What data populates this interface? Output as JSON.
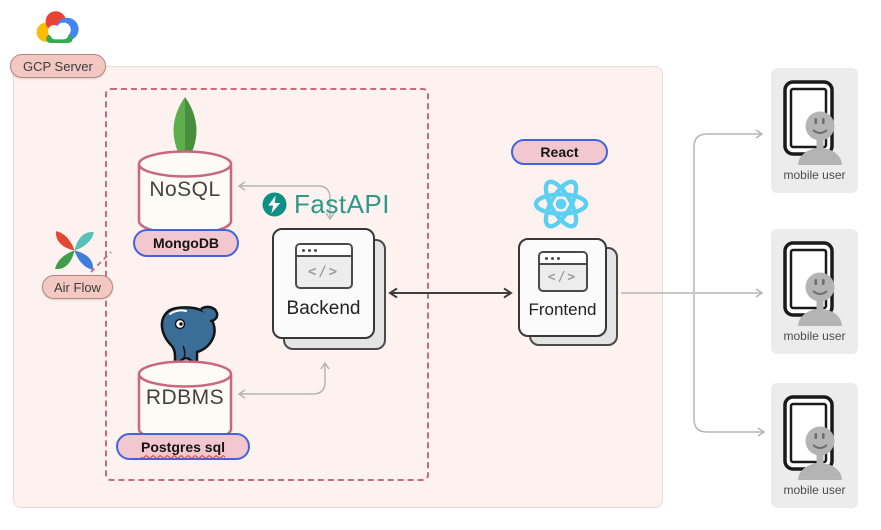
{
  "gcp": {
    "badge": "GCP Server"
  },
  "airflow": {
    "badge": "Air Flow"
  },
  "databases": {
    "nosql": {
      "name": "NoSQL",
      "badge": "MongoDB"
    },
    "rdbms": {
      "name": "RDBMS",
      "badge": "Postgres sql"
    }
  },
  "api": {
    "label": "FastAPI"
  },
  "backend": {
    "label": "Backend",
    "code_glyph": "</>"
  },
  "frontend": {
    "label": "Frontend",
    "code_glyph": "</>"
  },
  "react": {
    "badge": "React"
  },
  "mobile_users": [
    {
      "label": "mobile user"
    },
    {
      "label": "mobile user"
    },
    {
      "label": "mobile user"
    }
  ],
  "icons": {
    "gcp": "google-cloud-logo",
    "airflow": "airflow-pinwheel",
    "nosql": "mongodb-leaf",
    "rdbms": "postgresql-elephant",
    "api": "lightning-bolt",
    "backend": "code-window",
    "frontend": "code-window",
    "react": "react-atom",
    "mobile": "phone-with-user"
  },
  "colors": {
    "outer_box_fill": "#fdf2ef",
    "outer_box_border": "#f3d9d3",
    "cluster_dashed": "#ca6a7d",
    "cylinder_border": "#c8677f",
    "cylinder_fill": "#fdfbf5",
    "badge_pink_fill": "#f3c7d0",
    "badge_blue_border": "#4263e0",
    "badge_salmon_fill": "#f3c8c3",
    "fastapi_teal": "#2e998b",
    "react_blue": "#5bd0f2",
    "mongodb_green": "#5fae4e",
    "postgres_blue": "#3a6e99",
    "arrow_gray": "#b5b5b5",
    "arrow_dark": "#3f3f3f",
    "mobile_box_fill": "#ececec"
  }
}
